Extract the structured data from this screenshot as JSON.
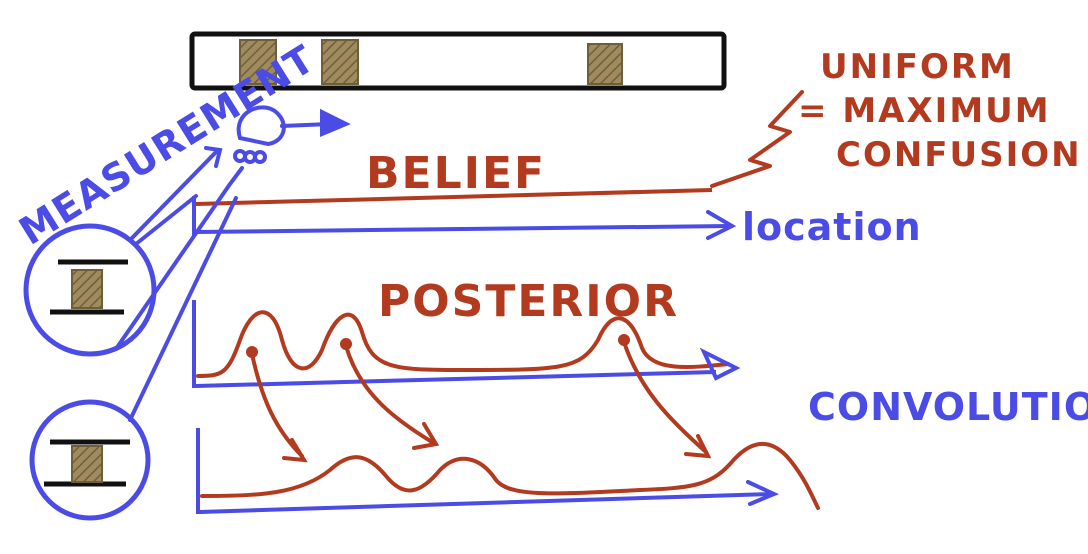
{
  "labels": {
    "uniform_line1": "UNIFORM",
    "uniform_line2": "= MAXIMUM",
    "uniform_line3": "CONFUSION",
    "belief": "BELIEF",
    "location": "location",
    "measurement": "MEASUREMENT",
    "posterior": "POSTERIOR",
    "convolution": "CONVOLUTION"
  },
  "colors": {
    "red": "#b23a1f",
    "blue": "#4b4be6",
    "ink": "#111111",
    "door": "#8b7a52"
  },
  "icons": {
    "robot": "robot-icon",
    "door": "door-icon",
    "lens": "magnifier-circle-icon"
  }
}
